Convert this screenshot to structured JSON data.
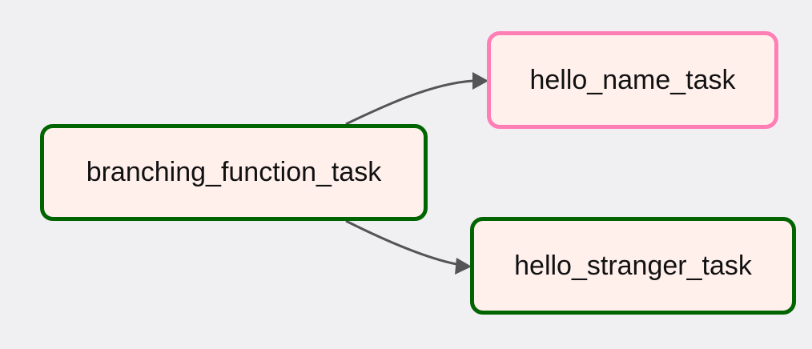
{
  "nodes": {
    "branching": {
      "label": "branching_function_task",
      "state_color": "#006400"
    },
    "hello_name": {
      "label": "hello_name_task",
      "state_color": "#ff7eb6"
    },
    "hello_stranger": {
      "label": "hello_stranger_task",
      "state_color": "#006400"
    }
  },
  "edges": [
    {
      "from": "branching",
      "to": "hello_name"
    },
    {
      "from": "branching",
      "to": "hello_stranger"
    }
  ],
  "colors": {
    "background": "#f0eff2",
    "node_fill": "#fff0ec",
    "edge": "#555555"
  }
}
